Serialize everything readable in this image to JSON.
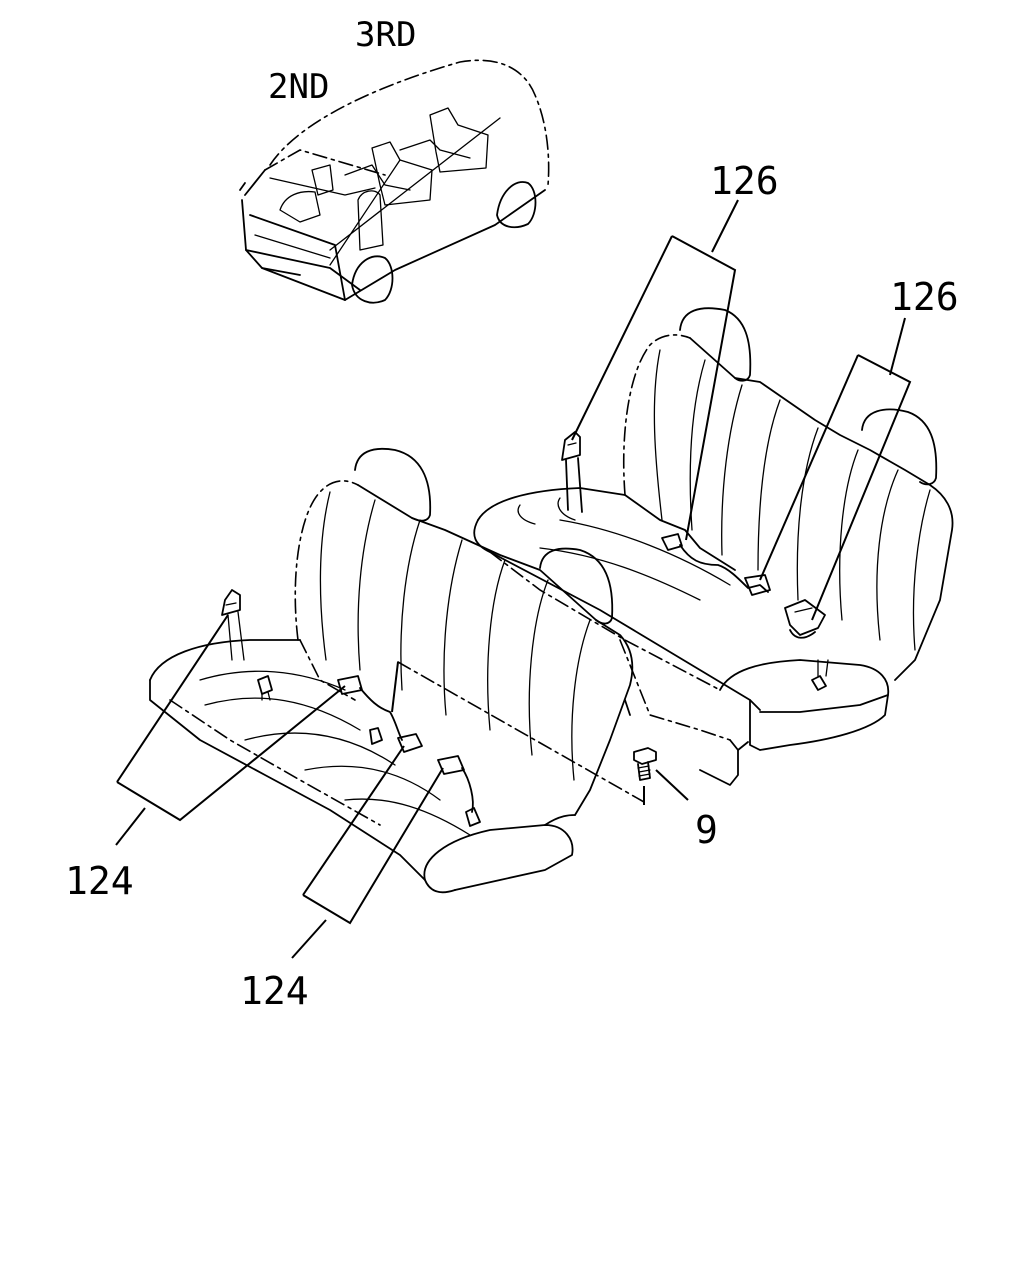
{
  "row_labels": {
    "third": "3RD",
    "second": "2ND"
  },
  "callouts": {
    "belt_3rd_left": "126",
    "belt_3rd_right": "126",
    "belt_2nd_left": "124",
    "belt_2nd_center": "124",
    "bolt": "9"
  }
}
